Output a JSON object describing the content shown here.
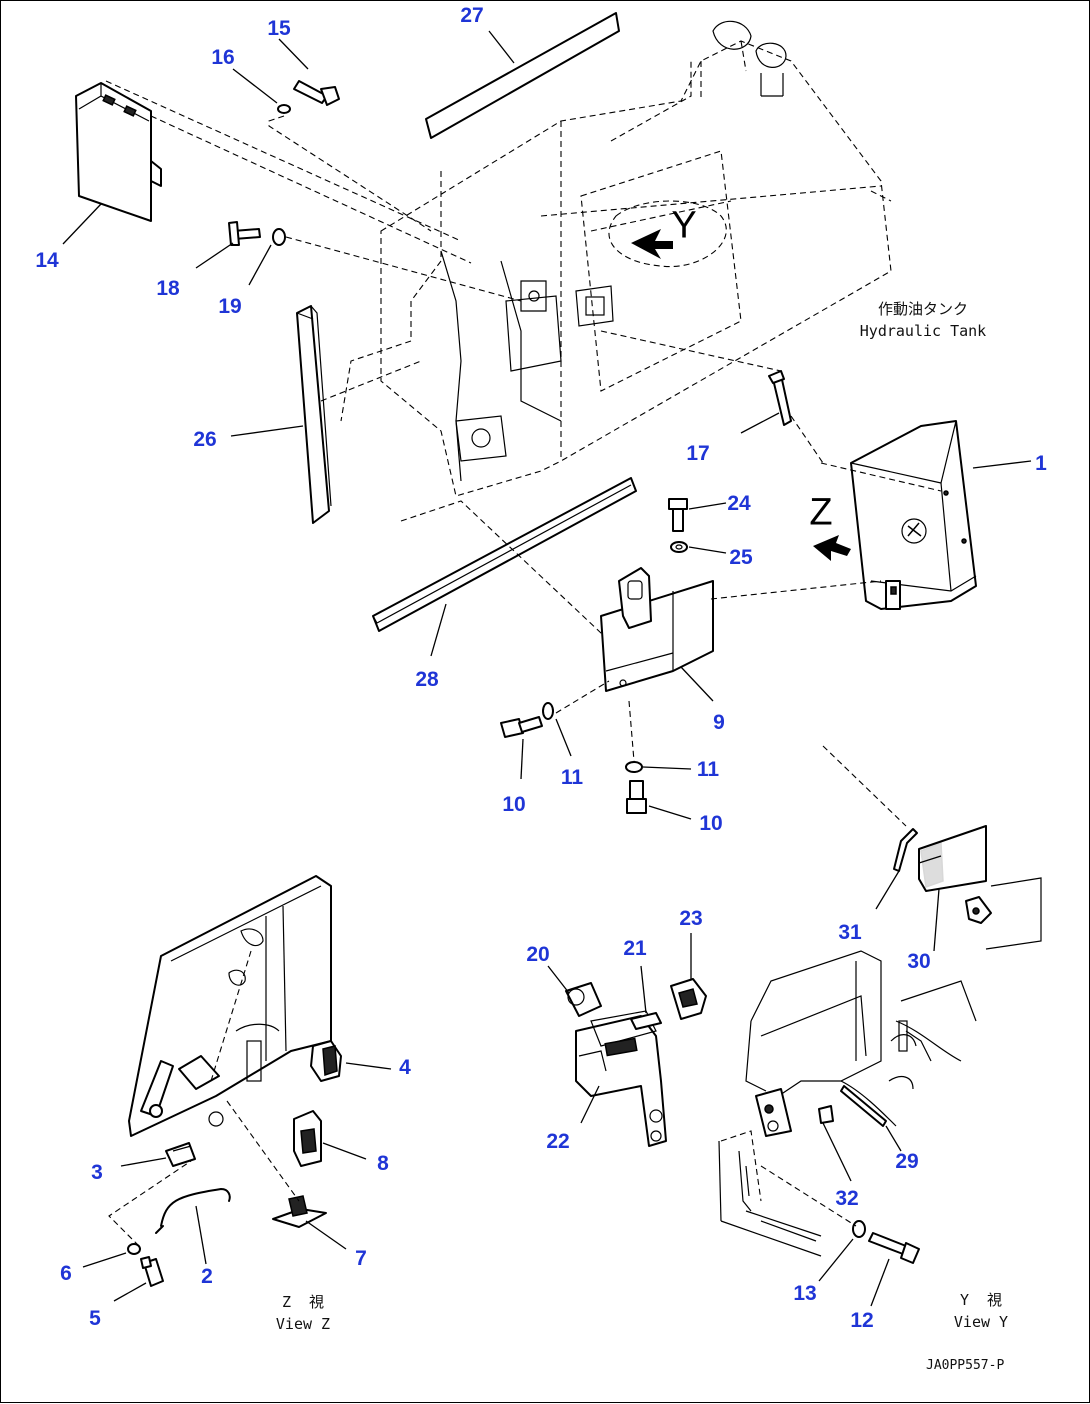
{
  "callouts": [
    {
      "id": "c1",
      "text": "1"
    },
    {
      "id": "c2",
      "text": "2"
    },
    {
      "id": "c3",
      "text": "3"
    },
    {
      "id": "c4",
      "text": "4"
    },
    {
      "id": "c5",
      "text": "5"
    },
    {
      "id": "c6",
      "text": "6"
    },
    {
      "id": "c7",
      "text": "7"
    },
    {
      "id": "c8",
      "text": "8"
    },
    {
      "id": "c9",
      "text": "9"
    },
    {
      "id": "c10a",
      "text": "10"
    },
    {
      "id": "c10b",
      "text": "10"
    },
    {
      "id": "c11a",
      "text": "11"
    },
    {
      "id": "c11b",
      "text": "11"
    },
    {
      "id": "c12",
      "text": "12"
    },
    {
      "id": "c13",
      "text": "13"
    },
    {
      "id": "c14",
      "text": "14"
    },
    {
      "id": "c15",
      "text": "15"
    },
    {
      "id": "c16",
      "text": "16"
    },
    {
      "id": "c17",
      "text": "17"
    },
    {
      "id": "c18",
      "text": "18"
    },
    {
      "id": "c19",
      "text": "19"
    },
    {
      "id": "c20",
      "text": "20"
    },
    {
      "id": "c21",
      "text": "21"
    },
    {
      "id": "c22",
      "text": "22"
    },
    {
      "id": "c23",
      "text": "23"
    },
    {
      "id": "c24",
      "text": "24"
    },
    {
      "id": "c25",
      "text": "25"
    },
    {
      "id": "c26",
      "text": "26"
    },
    {
      "id": "c27",
      "text": "27"
    },
    {
      "id": "c28",
      "text": "28"
    },
    {
      "id": "c29",
      "text": "29"
    },
    {
      "id": "c30",
      "text": "30"
    },
    {
      "id": "c31",
      "text": "31"
    },
    {
      "id": "c32",
      "text": "32"
    }
  ],
  "labels": {
    "tank_jp": "作動油タンク",
    "tank_en": "Hydraulic Tank",
    "view_y_marker": "Y",
    "view_z_marker": "Z",
    "view_z_jp": "Z  視",
    "view_z_en": "View Z",
    "view_y_jp": "Y  視",
    "view_y_en": "View Y",
    "drawing_code": "JA0PP557-P"
  },
  "colors": {
    "callout": "#1f35d6",
    "line": "#000000",
    "background": "#ffffff"
  }
}
